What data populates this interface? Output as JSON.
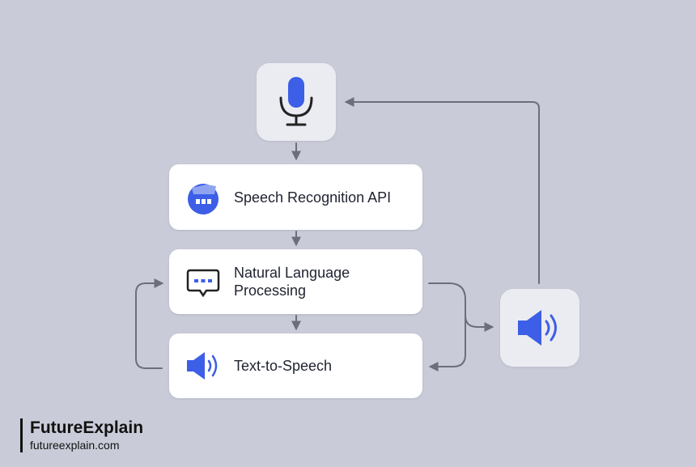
{
  "nodes": {
    "recognition": {
      "label": "Speech Recognition API"
    },
    "nlp": {
      "label": "Natural Language Processing"
    },
    "tts": {
      "label": "Text-to-Speech"
    }
  },
  "icons": {
    "input": "microphone-icon",
    "recognition": "speech-bubble-icon",
    "nlp": "chat-dots-icon",
    "tts": "speaker-icon",
    "output": "speaker-icon"
  },
  "brand": {
    "name": "FutureExplain",
    "url": "futureexplain.com"
  },
  "colors": {
    "background": "#c9ccd8",
    "accent": "#3d5ee6",
    "connector": "#6b6f7a",
    "card": "#ffffff",
    "tile": "#ebecf1"
  }
}
